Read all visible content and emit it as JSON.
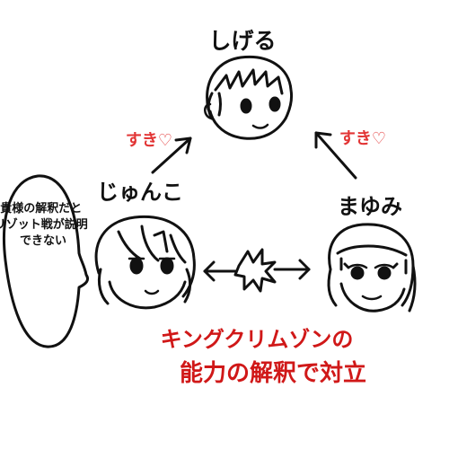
{
  "characters": {
    "top": {
      "name": "しげる"
    },
    "left": {
      "name": "じゅんこ"
    },
    "right": {
      "name": "まゆみ"
    }
  },
  "labels": {
    "love_left": "すき♡",
    "love_right": "すき♡"
  },
  "speech_bubble": {
    "lines": [
      "貴様の解釈だと",
      "リゾット戦が説明",
      "できない"
    ]
  },
  "caption": {
    "lines": [
      "キングクリムゾンの",
      "能力の解釈で対立"
    ],
    "color": "#d01818"
  },
  "colors": {
    "ink": "#111111",
    "love": "#e23434"
  }
}
